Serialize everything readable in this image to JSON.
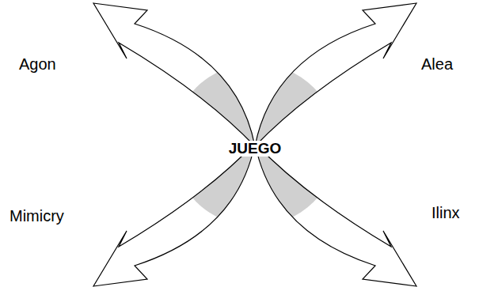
{
  "diagram": {
    "labels": [
      "Agon",
      "Alea",
      "JUEGO",
      "Mimicry",
      "Ilinx"
    ]
  }
}
